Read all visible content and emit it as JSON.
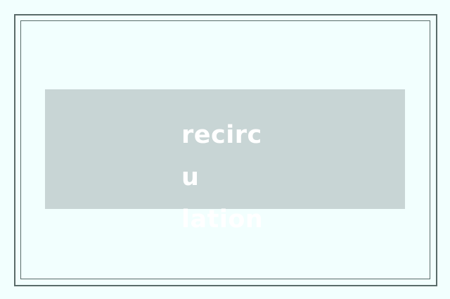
{
  "card": {
    "label_lines": [
      "recircu",
      "lation"
    ],
    "label_full": "recirculation"
  },
  "colors": {
    "background": "#f2fffe",
    "frame": "#5a6b69",
    "label_box": "#c8d5d5",
    "label_text": "#ffffff"
  }
}
